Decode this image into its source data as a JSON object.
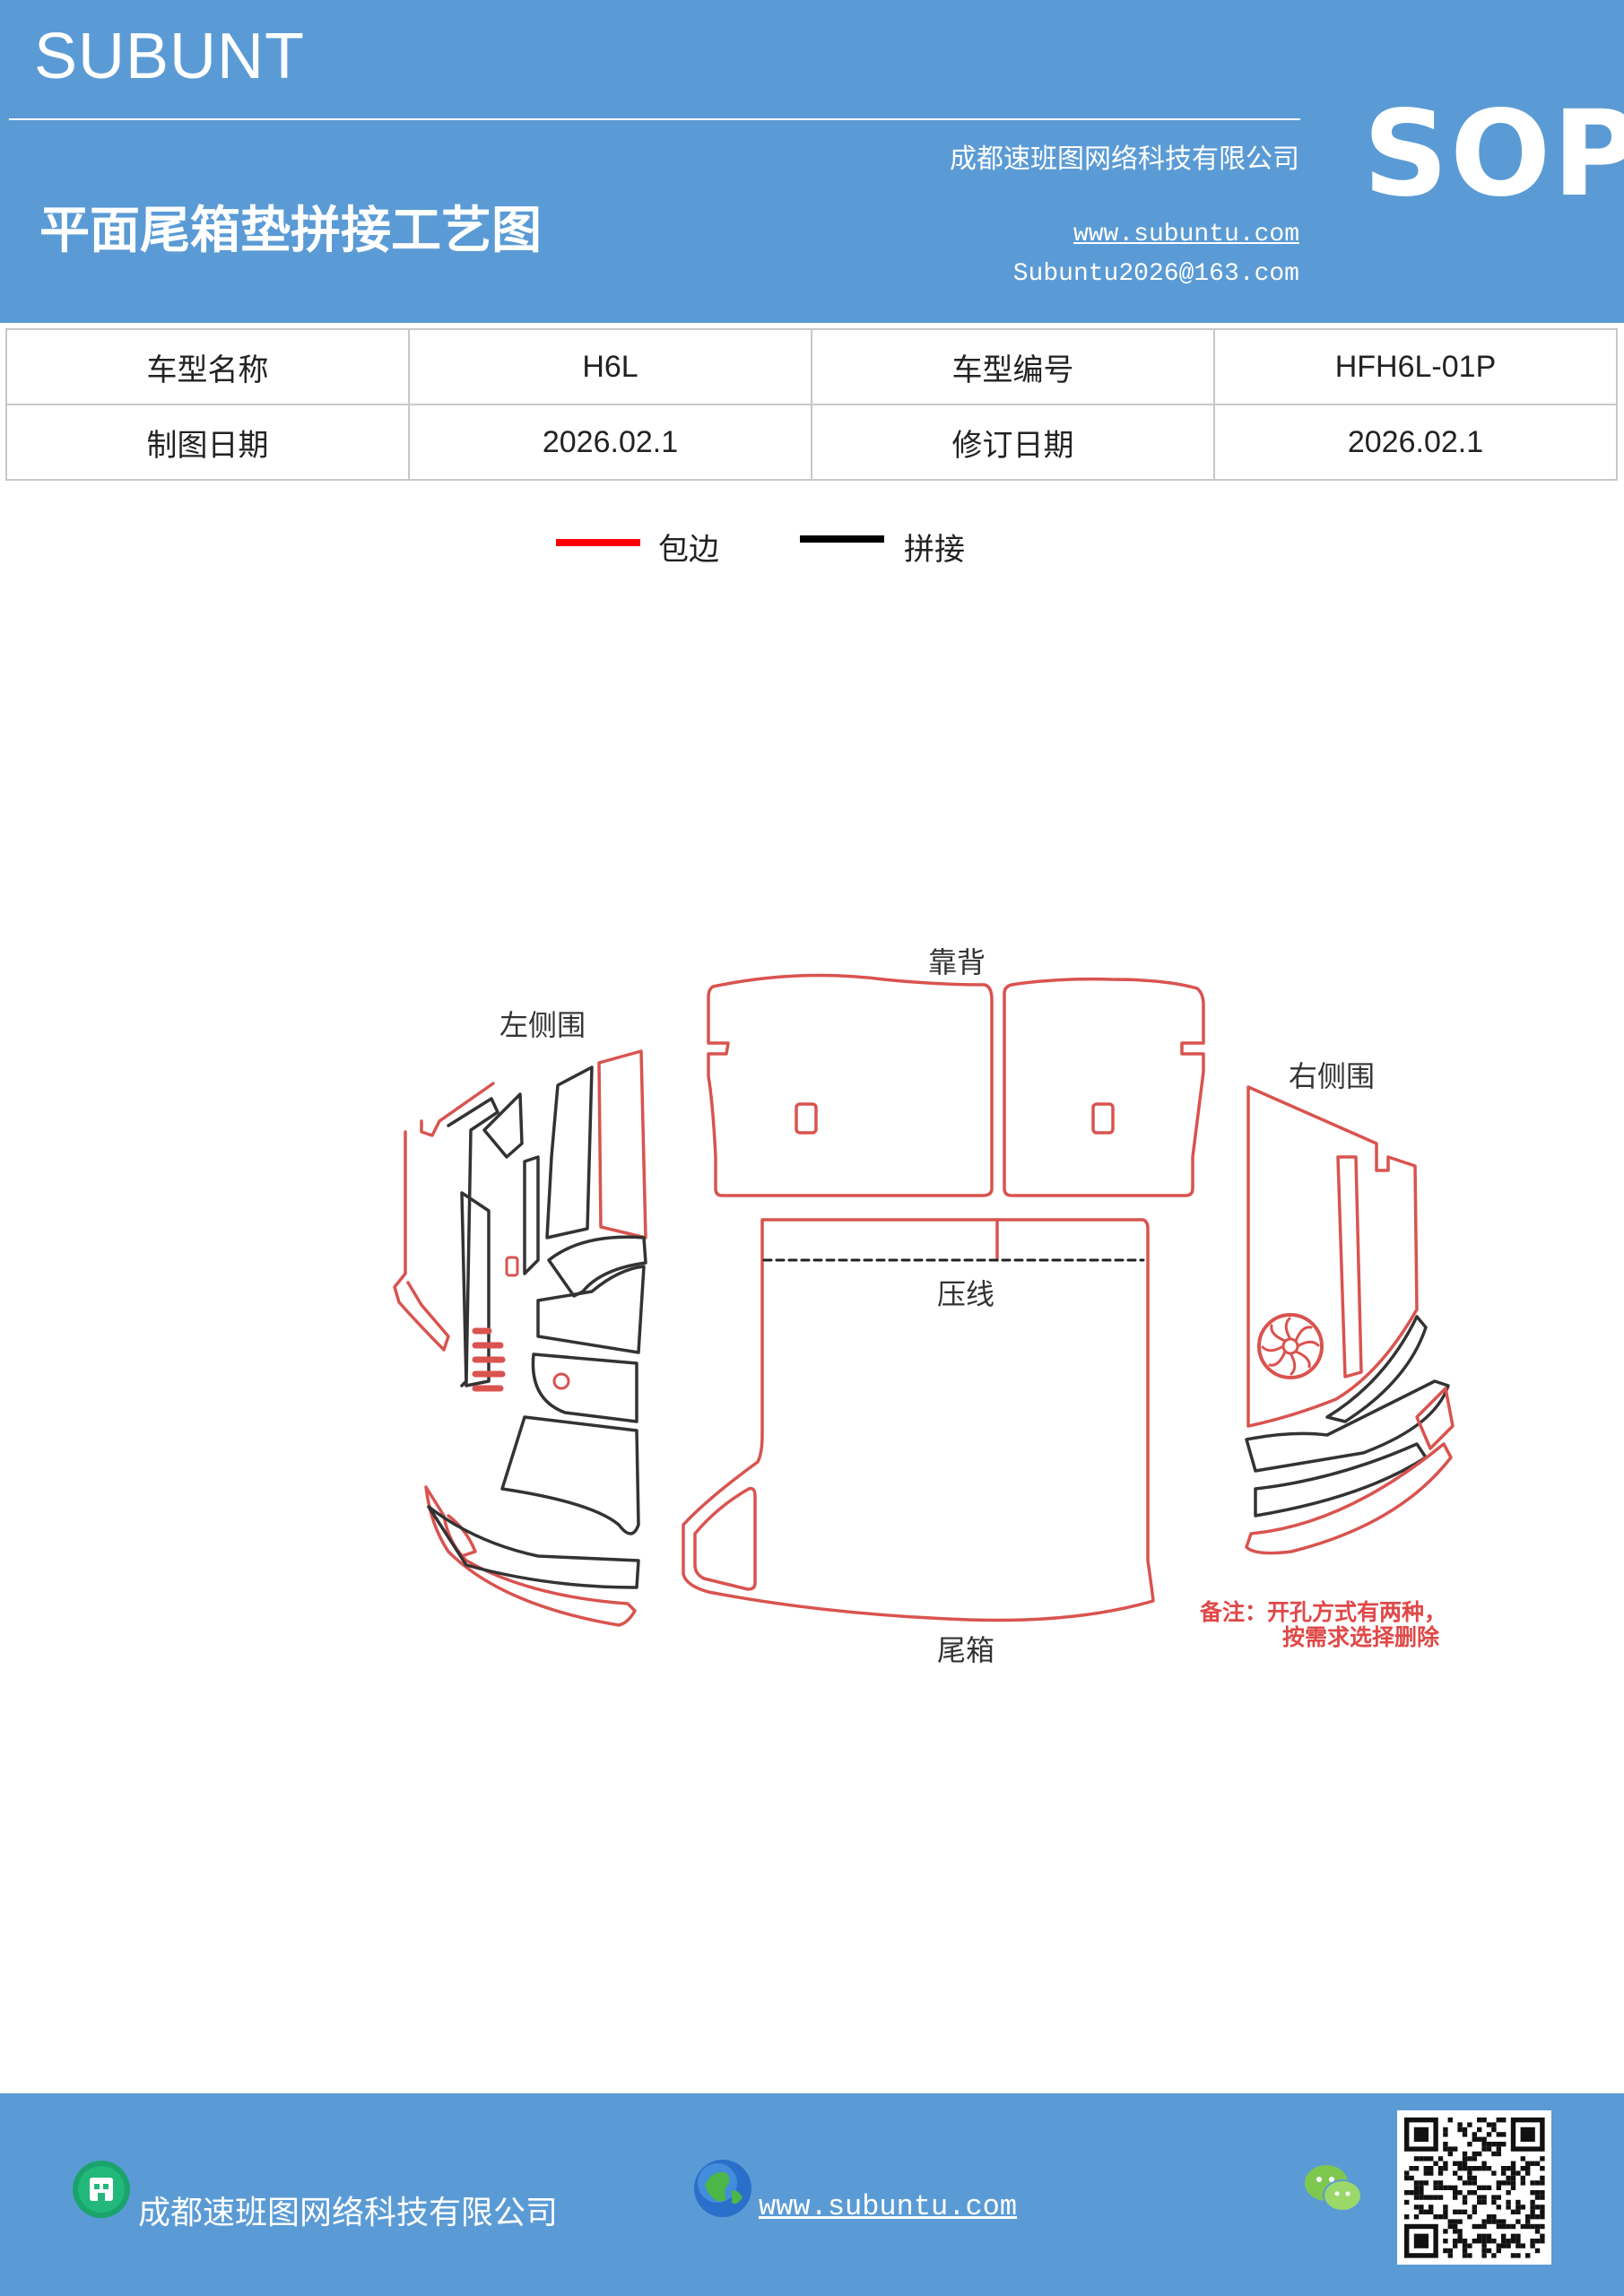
{
  "header": {
    "brand": "SUBUNT",
    "company": "成都速班图网络科技有限公司",
    "badge": "SOP",
    "title": "平面尾箱垫拼接工艺图",
    "website": "www.subuntu.com",
    "email": "Subuntu2026@163.com"
  },
  "info_table": {
    "row1": {
      "label1": "车型名称",
      "value1": "H6L",
      "label2": "车型编号",
      "value2": "HFH6L-01P"
    },
    "row2": {
      "label1": "制图日期",
      "value1": "2026.02.1",
      "label2": "修订日期",
      "value2": "2026.02.1"
    }
  },
  "legend": {
    "edge": {
      "label": "包边",
      "color": "#ff0000"
    },
    "splice": {
      "label": "拼接",
      "color": "#000000"
    }
  },
  "diagram": {
    "labels": {
      "backrest": "靠背",
      "left_panel": "左侧围",
      "right_panel": "右侧围",
      "crease": "压线",
      "trunk": "尾箱"
    },
    "note_line1": "备注：开孔方式有两种，",
    "note_line2": "按需求选择删除",
    "colors": {
      "edge": "#d9534f",
      "splice": "#333333"
    }
  },
  "footer": {
    "company": "成都速班图网络科技有限公司",
    "website": "www.subuntu.com"
  },
  "colors": {
    "primary": "#5b9bd5",
    "qr": "#111111"
  },
  "icons": [
    "building-icon",
    "globe-icon",
    "wechat-icon",
    "qr-code"
  ]
}
